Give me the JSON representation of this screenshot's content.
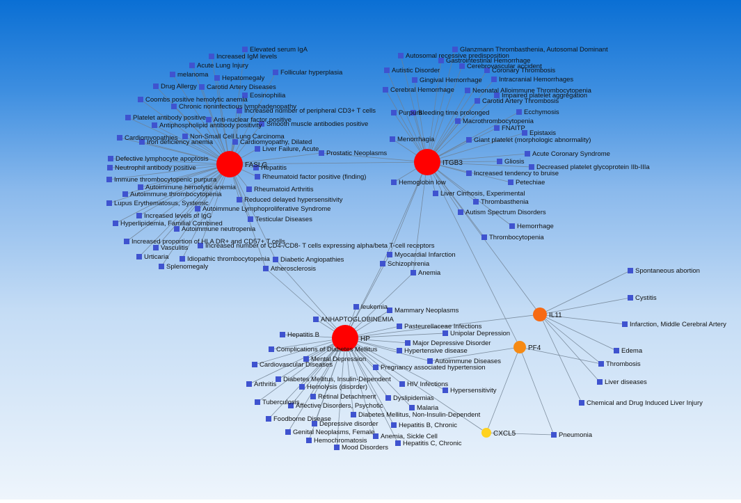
{
  "colors": {
    "edge": "#6f7f8f",
    "disease_node": "#3f53cf",
    "hub_red": "#ff0000",
    "hub_orange": "#f66a14",
    "hub_amber": "#f68a14",
    "hub_yellow": "#ffd21f"
  },
  "hubs": [
    {
      "id": "FASLG",
      "label": "FASLG",
      "color": "#ff0000",
      "r": 19
    },
    {
      "id": "ITGB3",
      "label": "ITGB3",
      "color": "#ff0000",
      "r": 19
    },
    {
      "id": "HP",
      "label": "HP",
      "color": "#ff0000",
      "r": 19
    },
    {
      "id": "IL11",
      "label": "IL11",
      "color": "#f66a14",
      "r": 10
    },
    {
      "id": "PF4",
      "label": "PF4",
      "color": "#f68a14",
      "r": 9
    },
    {
      "id": "CXCL5",
      "label": "CXCL5",
      "color": "#ffd21f",
      "r": 7
    }
  ],
  "diseases": [
    {
      "label": "Elevated serum IgA",
      "hubs": [
        "FASLG"
      ]
    },
    {
      "label": "Increased IgM levels",
      "hubs": [
        "FASLG"
      ]
    },
    {
      "label": "Acute Lung Injury",
      "hubs": [
        "FASLG"
      ]
    },
    {
      "label": "melanoma",
      "hubs": [
        "FASLG"
      ]
    },
    {
      "label": "Hepatomegaly",
      "hubs": [
        "FASLG"
      ]
    },
    {
      "label": "Follicular hyperplasia",
      "hubs": [
        "FASLG"
      ]
    },
    {
      "label": "Drug Allergy",
      "hubs": [
        "FASLG"
      ]
    },
    {
      "label": "Carotid Artery Diseases",
      "hubs": [
        "FASLG"
      ]
    },
    {
      "label": "Eosinophilia",
      "hubs": [
        "FASLG"
      ]
    },
    {
      "label": "Coombs positive hemolytic anemia",
      "hubs": [
        "FASLG"
      ]
    },
    {
      "label": "Chronic noninfectious lymphadenopathy",
      "hubs": [
        "FASLG"
      ]
    },
    {
      "label": "Increased number of peripheral CD3+ T cells",
      "hubs": [
        "FASLG"
      ]
    },
    {
      "label": "Platelet antibody positive",
      "hubs": [
        "FASLG"
      ]
    },
    {
      "label": "Anti-nuclear factor positive",
      "hubs": [
        "FASLG"
      ]
    },
    {
      "label": "Antiphospholipid antibody positivity",
      "hubs": [
        "FASLG"
      ]
    },
    {
      "label": "Smooth muscle antibodies positive",
      "hubs": [
        "FASLG"
      ]
    },
    {
      "label": "Cardiomyopathies",
      "hubs": [
        "FASLG"
      ]
    },
    {
      "label": "Iron deficiency anemia",
      "hubs": [
        "FASLG"
      ]
    },
    {
      "label": "Non-Small Cell Lung Carcinoma",
      "hubs": [
        "FASLG"
      ]
    },
    {
      "label": "Cardiomyopathy, Dilated",
      "hubs": [
        "FASLG"
      ]
    },
    {
      "label": "Liver Failure, Acute",
      "hubs": [
        "FASLG"
      ]
    },
    {
      "label": "Prostatic Neoplasms",
      "hubs": [
        "FASLG",
        "ITGB3"
      ]
    },
    {
      "label": "Defective lymphocyte apoptosis",
      "hubs": [
        "FASLG"
      ]
    },
    {
      "label": "Neutrophil antibody positive",
      "hubs": [
        "FASLG"
      ]
    },
    {
      "label": "Hepatitis",
      "hubs": [
        "FASLG"
      ]
    },
    {
      "label": "Rheumatoid factor positive (finding)",
      "hubs": [
        "FASLG"
      ]
    },
    {
      "label": "Immune thrombocytopenic purpura",
      "hubs": [
        "FASLG"
      ]
    },
    {
      "label": "Autoimmune hemolytic anemia",
      "hubs": [
        "FASLG"
      ]
    },
    {
      "label": "Rheumatoid Arthritis",
      "hubs": [
        "FASLG"
      ]
    },
    {
      "label": "Autoimmune thrombocytopenia",
      "hubs": [
        "FASLG"
      ]
    },
    {
      "label": "Lupus Erythematosus, Systemic",
      "hubs": [
        "FASLG"
      ]
    },
    {
      "label": "Reduced delayed hypersensitivity",
      "hubs": [
        "FASLG"
      ]
    },
    {
      "label": "Autoimmune Lymphoproliferative Syndrome",
      "hubs": [
        "FASLG"
      ]
    },
    {
      "label": "Increased levels of IgG",
      "hubs": [
        "FASLG"
      ]
    },
    {
      "label": "Hyperlipidemia, Familial Combined",
      "hubs": [
        "FASLG"
      ]
    },
    {
      "label": "Testicular Diseases",
      "hubs": [
        "FASLG"
      ]
    },
    {
      "label": "Autoimmune neutropenia",
      "hubs": [
        "FASLG"
      ]
    },
    {
      "label": "Increased proportion of HLA DR+ and CD57+ T cells",
      "hubs": [
        "FASLG"
      ]
    },
    {
      "label": "Vasculitis",
      "hubs": [
        "FASLG"
      ]
    },
    {
      "label": "Increased number of CD4-/CD8- T cells expressing alpha/beta T-cell receptors",
      "hubs": [
        "FASLG"
      ]
    },
    {
      "label": "Urticaria",
      "hubs": [
        "FASLG"
      ]
    },
    {
      "label": "Idiopathic thrombocytopenia",
      "hubs": [
        "FASLG"
      ]
    },
    {
      "label": "Splenomegaly",
      "hubs": [
        "FASLG"
      ]
    },
    {
      "label": "Diabetic Angiopathies",
      "hubs": [
        "FASLG",
        "HP"
      ]
    },
    {
      "label": "Atherosclerosis",
      "hubs": [
        "FASLG",
        "HP"
      ]
    },
    {
      "label": "Glanzmann Thrombasthenia, Autosomal Dominant",
      "hubs": [
        "ITGB3"
      ]
    },
    {
      "label": "Autosomal recessive predisposition",
      "hubs": [
        "ITGB3"
      ]
    },
    {
      "label": "Gastrointestinal Hemorrhage",
      "hubs": [
        "ITGB3"
      ]
    },
    {
      "label": "Autistic Disorder",
      "hubs": [
        "ITGB3"
      ]
    },
    {
      "label": "Cerebrovascular accident",
      "hubs": [
        "ITGB3"
      ]
    },
    {
      "label": "Coronary Thrombosis",
      "hubs": [
        "ITGB3"
      ]
    },
    {
      "label": "Gingival Hemorrhage",
      "hubs": [
        "ITGB3"
      ]
    },
    {
      "label": "Intracranial Hemorrhages",
      "hubs": [
        "ITGB3"
      ]
    },
    {
      "label": "Cerebral Hemorrhage",
      "hubs": [
        "ITGB3"
      ]
    },
    {
      "label": "Neonatal Alloimmune Thrombocytopenia",
      "hubs": [
        "ITGB3"
      ]
    },
    {
      "label": "Impaired platelet aggregation",
      "hubs": [
        "ITGB3"
      ]
    },
    {
      "label": "Carotid Artery Thrombosis",
      "hubs": [
        "ITGB3"
      ]
    },
    {
      "label": "Purpura",
      "hubs": [
        "ITGB3"
      ]
    },
    {
      "label": "Bleeding time prolonged",
      "hubs": [
        "ITGB3"
      ]
    },
    {
      "label": "Ecchymosis",
      "hubs": [
        "ITGB3"
      ]
    },
    {
      "label": "Macrothrombocytopenia",
      "hubs": [
        "ITGB3"
      ]
    },
    {
      "label": "FNAITP",
      "hubs": [
        "ITGB3"
      ]
    },
    {
      "label": "Epistaxis",
      "hubs": [
        "ITGB3"
      ]
    },
    {
      "label": "Menorrhagia",
      "hubs": [
        "ITGB3"
      ]
    },
    {
      "label": "Giant platelet (morphologic abnormality)",
      "hubs": [
        "ITGB3"
      ]
    },
    {
      "label": "Acute Coronary Syndrome",
      "hubs": [
        "ITGB3"
      ]
    },
    {
      "label": "Gliosis",
      "hubs": [
        "ITGB3"
      ]
    },
    {
      "label": "Decreased platelet glycoprotein IIb-IIIa",
      "hubs": [
        "ITGB3"
      ]
    },
    {
      "label": "Increased tendency to bruise",
      "hubs": [
        "ITGB3"
      ]
    },
    {
      "label": "Hemoglobin low",
      "hubs": [
        "ITGB3"
      ]
    },
    {
      "label": "Petechiae",
      "hubs": [
        "ITGB3"
      ]
    },
    {
      "label": "Liver Cirrhosis, Experimental",
      "hubs": [
        "ITGB3"
      ]
    },
    {
      "label": "Thrombasthenia",
      "hubs": [
        "ITGB3"
      ]
    },
    {
      "label": "Autism Spectrum Disorders",
      "hubs": [
        "ITGB3"
      ]
    },
    {
      "label": "Hemorrhage",
      "hubs": [
        "ITGB3"
      ]
    },
    {
      "label": "Thrombocytopenia",
      "hubs": [
        "ITGB3"
      ]
    },
    {
      "label": "Myocardial Infarction",
      "hubs": [
        "ITGB3",
        "HP"
      ]
    },
    {
      "label": "Schizophrenia",
      "hubs": [
        "ITGB3",
        "HP"
      ]
    },
    {
      "label": "Anemia",
      "hubs": [
        "ITGB3",
        "HP"
      ]
    },
    {
      "label": "leukemia",
      "hubs": [
        "HP"
      ]
    },
    {
      "label": "Mammary Neoplasms",
      "hubs": [
        "HP"
      ]
    },
    {
      "label": "ANHAPTOGLOBINEMIA",
      "hubs": [
        "HP"
      ]
    },
    {
      "label": "Pasteurellaceae Infections",
      "hubs": [
        "HP"
      ]
    },
    {
      "label": "Hepatitis B",
      "hubs": [
        "HP"
      ]
    },
    {
      "label": "Unipolar Depression",
      "hubs": [
        "HP"
      ]
    },
    {
      "label": "Major Depressive Disorder",
      "hubs": [
        "HP"
      ]
    },
    {
      "label": "Complications of Diabetes Mellitus",
      "hubs": [
        "HP"
      ]
    },
    {
      "label": "Hypertensive disease",
      "hubs": [
        "HP"
      ]
    },
    {
      "label": "Mental Depression",
      "hubs": [
        "HP"
      ]
    },
    {
      "label": "Cardiovascular Diseases",
      "hubs": [
        "HP"
      ]
    },
    {
      "label": "Autoimmune Diseases",
      "hubs": [
        "HP",
        "PF4"
      ]
    },
    {
      "label": "Pregnancy associated hypertension",
      "hubs": [
        "HP"
      ]
    },
    {
      "label": "Diabetes Mellitus, Insulin-Dependent",
      "hubs": [
        "HP"
      ]
    },
    {
      "label": "Arthritis",
      "hubs": [
        "HP"
      ]
    },
    {
      "label": "Hemolysis (disorder)",
      "hubs": [
        "HP"
      ]
    },
    {
      "label": "HIV Infections",
      "hubs": [
        "HP"
      ]
    },
    {
      "label": "Hypersensitivity",
      "hubs": [
        "HP"
      ]
    },
    {
      "label": "Retinal Detachment",
      "hubs": [
        "HP"
      ]
    },
    {
      "label": "Dyslipidemias",
      "hubs": [
        "HP"
      ]
    },
    {
      "label": "Tuberculosis",
      "hubs": [
        "HP"
      ]
    },
    {
      "label": "Affective Disorders, Psychotic",
      "hubs": [
        "HP"
      ]
    },
    {
      "label": "Malaria",
      "hubs": [
        "HP"
      ]
    },
    {
      "label": "Diabetes Mellitus, Non-Insulin-Dependent",
      "hubs": [
        "HP"
      ]
    },
    {
      "label": "Foodborne Disease",
      "hubs": [
        "HP"
      ]
    },
    {
      "label": "Depressive disorder",
      "hubs": [
        "HP"
      ]
    },
    {
      "label": "Hepatitis B, Chronic",
      "hubs": [
        "HP"
      ]
    },
    {
      "label": "Genital Neoplasms, Female",
      "hubs": [
        "HP"
      ]
    },
    {
      "label": "Anemia, Sickle Cell",
      "hubs": [
        "HP"
      ]
    },
    {
      "label": "Hemochromatosis",
      "hubs": [
        "HP"
      ]
    },
    {
      "label": "Hepatitis C, Chronic",
      "hubs": [
        "HP"
      ]
    },
    {
      "label": "Mood Disorders",
      "hubs": [
        "HP"
      ]
    },
    {
      "label": "Spontaneous abortion",
      "hubs": [
        "IL11"
      ]
    },
    {
      "label": "Cystitis",
      "hubs": [
        "IL11"
      ]
    },
    {
      "label": "Infarction, Middle Cerebral Artery",
      "hubs": [
        "IL11"
      ]
    },
    {
      "label": "Edema",
      "hubs": [
        "IL11"
      ]
    },
    {
      "label": "Thrombosis",
      "hubs": [
        "IL11",
        "PF4"
      ]
    },
    {
      "label": "Liver diseases",
      "hubs": [
        "IL11"
      ]
    },
    {
      "label": "Chemical and Drug Induced Liver Injury",
      "hubs": [
        "IL11"
      ]
    },
    {
      "label": "Pneumonia",
      "hubs": [
        "PF4",
        "CXCL5"
      ]
    }
  ],
  "extra_edges": [
    [
      "IL11",
      "HP"
    ],
    [
      "IL11",
      "ITGB3"
    ],
    [
      "PF4",
      "ITGB3"
    ],
    [
      "PF4",
      "CXCL5"
    ],
    [
      "CXCL5",
      "HP"
    ],
    [
      "FASLG",
      "ITGB3"
    ]
  ]
}
